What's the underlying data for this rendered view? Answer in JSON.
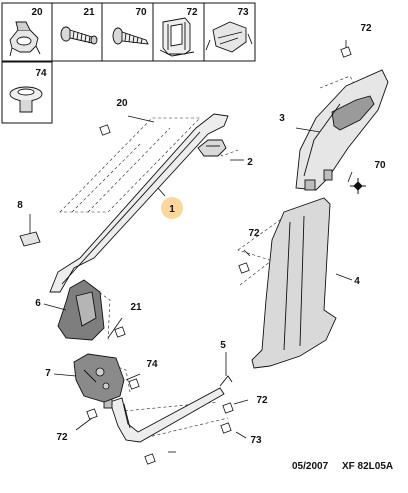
{
  "legend": {
    "boxes": [
      {
        "ref": "20",
        "icon": "clip-icon"
      },
      {
        "ref": "21",
        "icon": "screw-icon"
      },
      {
        "ref": "70",
        "icon": "self-tapping-screw-icon"
      },
      {
        "ref": "72",
        "icon": "retaining-clip-icon"
      },
      {
        "ref": "73",
        "icon": "spring-clip-icon"
      },
      {
        "ref": "74",
        "icon": "push-rivet-icon"
      }
    ]
  },
  "callouts": {
    "c1": "1",
    "c2": "2",
    "c3": "3",
    "c4": "4",
    "c5": "5",
    "c6": "6",
    "c7": "7",
    "c8": "8",
    "c20": "20",
    "c21": "21",
    "c70": "70",
    "c72a": "72",
    "c72b": "72",
    "c72c": "72",
    "c72d": "72",
    "c73": "73",
    "c74": "74"
  },
  "footer": {
    "date": "05/2007",
    "code": "XF 82L05A"
  },
  "colors": {
    "highlight": "#fbd79b",
    "part_fill": "#d9d9d9",
    "part_dark": "#8c8c8c",
    "line": "#111111"
  }
}
